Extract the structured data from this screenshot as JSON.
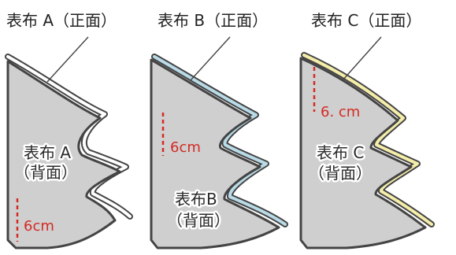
{
  "panels": [
    {
      "top_label": "表布 A（正面）",
      "back_label_line1": "表布 A",
      "back_label_line2": "（背面）",
      "dimension": "6cm",
      "edge_color": "#ffffff"
    },
    {
      "top_label": "表布 B（正面）",
      "back_label_line1": "表布B",
      "back_label_line2": "（背面）",
      "dimension": "6cm",
      "edge_color": "#b9dbe7"
    },
    {
      "top_label": "表布 C（正面）",
      "back_label_line1": "表布 C",
      "back_label_line2": "（背面）",
      "dimension": "6. cm",
      "edge_color": "#f4eeaa"
    }
  ]
}
